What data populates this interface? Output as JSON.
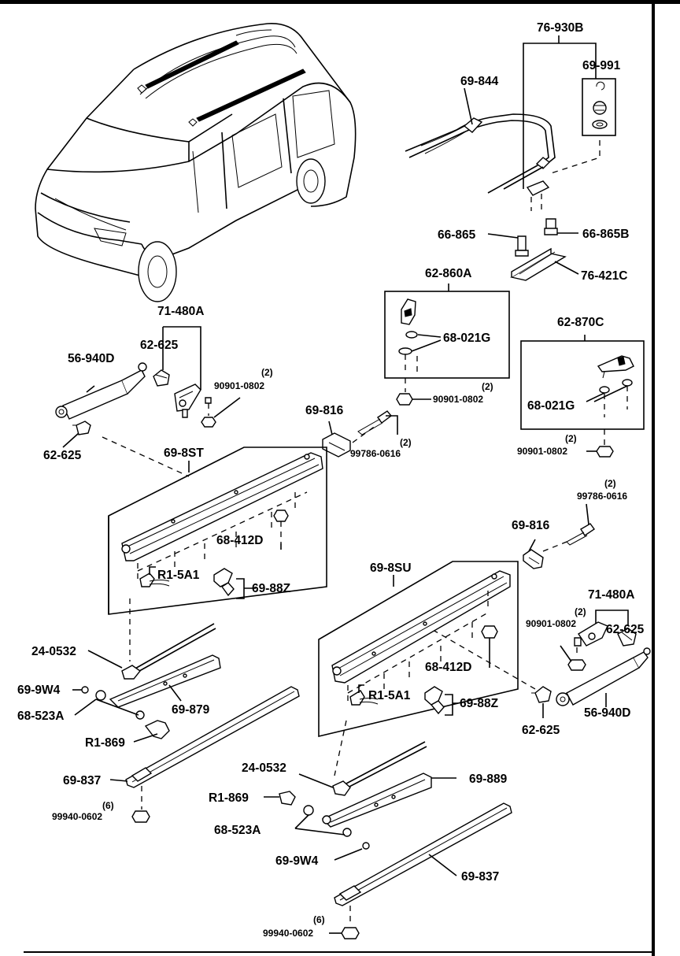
{
  "labels": {
    "p76_930B": "76-930B",
    "p69_991": "69-991",
    "p69_844": "69-844",
    "p66_865": "66-865",
    "p66_865B": "66-865B",
    "p76_421C": "76-421C",
    "p62_860A": "62-860A",
    "p68_021G_a": "68-021G",
    "p90901_a": "90901-0802",
    "p90901_a_qty": "(2)",
    "p62_870C": "62-870C",
    "p68_021G_b": "68-021G",
    "p90901_b": "90901-0802",
    "p90901_b_qty": "(2)",
    "p71_480A_a": "71-480A",
    "p62_625_a": "62-625",
    "p56_940D_a": "56-940D",
    "p90901_c": "90901-0802",
    "p90901_c_qty": "(2)",
    "p62_625_b": "62-625",
    "p69_816_a": "69-816",
    "p99786_a": "99786-0616",
    "p99786_a_qty": "(2)",
    "p69_8ST": "69-8ST",
    "p68_412D_a": "68-412D",
    "pR1_5A1_a": "R1-5A1",
    "p69_88Z_a": "69-88Z",
    "p99786_b": "99786-0616",
    "p99786_b_qty": "(2)",
    "p69_816_b": "69-816",
    "p71_480A_b": "71-480A",
    "p90901_d": "90901-0802",
    "p90901_d_qty": "(2)",
    "p62_625_c": "62-625",
    "p69_8SU": "69-8SU",
    "p68_412D_b": "68-412D",
    "pR1_5A1_b": "R1-5A1",
    "p69_88Z_b": "69-88Z",
    "p56_940D_b": "56-940D",
    "p62_625_d": "62-625",
    "p24_0532_a": "24-0532",
    "p69_9W4_a": "69-9W4",
    "p68_523A_a": "68-523A",
    "p69_879": "69-879",
    "pR1_869_a": "R1-869",
    "p69_837_a": "69-837",
    "p99940_a": "99940-0602",
    "p99940_a_qty": "(6)",
    "p24_0532_b": "24-0532",
    "p69_889": "69-889",
    "pR1_869_b": "R1-869",
    "p68_523A_b": "68-523A",
    "p69_9W4_b": "69-9W4",
    "p69_837_b": "69-837",
    "p99940_b": "99940-0602",
    "p99940_b_qty": "(6)"
  }
}
